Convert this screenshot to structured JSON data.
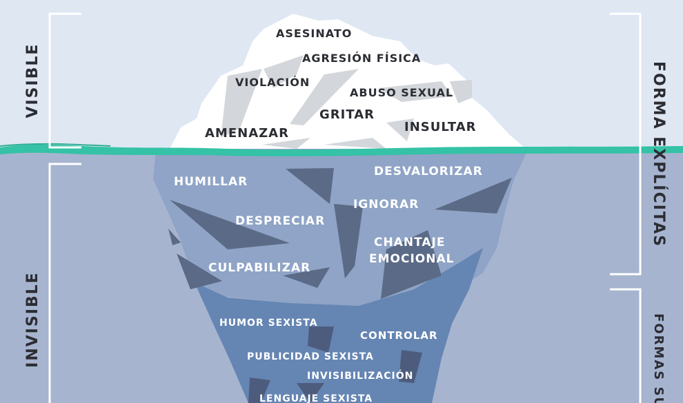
{
  "above_water": {
    "side_label": "VISIBLE",
    "items": [
      "ASESINATO",
      "AGRESIÓN FÍSICA",
      "VIOLACIÓN",
      "ABUSO SEXUAL",
      "GRITAR",
      "AMENAZAR",
      "INSULTAR"
    ]
  },
  "below_water": {
    "side_label": "INVISIBLE",
    "items": [
      "HUMILLAR",
      "DESVALORIZAR",
      "IGNORAR",
      "DESPRECIAR",
      "CHANTAJE",
      "EMOCIONAL",
      "CULPABILIZAR",
      "HUMOR SEXISTA",
      "CONTROLAR",
      "PUBLICIDAD SEXISTA",
      "INVISIBILIZACIÓN",
      "LENGUAJE SEXISTA"
    ]
  },
  "right_labels": {
    "explicit": "FORMA EXPLÍCITAS",
    "subtle": "FORMAS SU"
  },
  "colors": {
    "sky": "#dfe7f3",
    "water_line": "#35c2a6",
    "water": "#a7b4cf",
    "ice_top": "#ffffff",
    "ice_mid": "#8fa4c6",
    "ice_deep": "#6585b3",
    "shard": "#5b6a86",
    "text_dark": "#2b2d33"
  }
}
